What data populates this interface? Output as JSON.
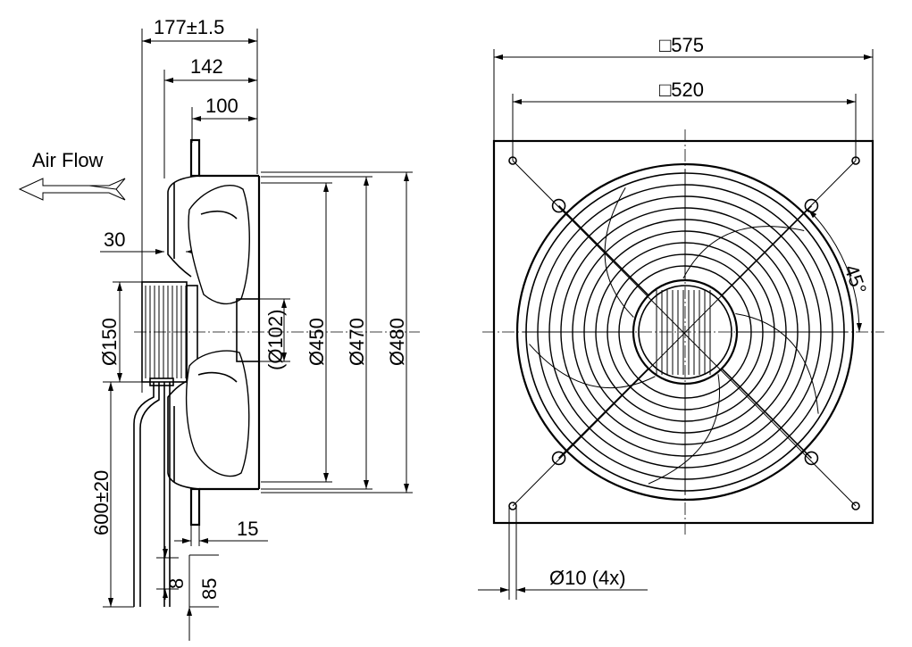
{
  "labels": {
    "air_flow": "Air Flow",
    "dim_177": "177±1.5",
    "dim_142": "142",
    "dim_100": "100",
    "dim_30": "30",
    "dim_d150": "Ø150",
    "dim_600": "600±20",
    "dim_15": "15",
    "dim_8": "8",
    "dim_85": "85",
    "dim_d102": "(Ø102)",
    "dim_d450": "Ø450",
    "dim_d470": "Ø470",
    "dim_d480": "Ø480",
    "dim_575": "□575",
    "dim_520": "□520",
    "dim_45deg": "45°",
    "dim_holes": "Ø10 (4x)"
  }
}
